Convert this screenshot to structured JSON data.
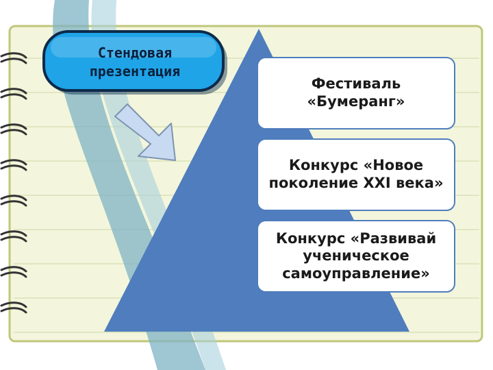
{
  "badge": {
    "label": "Стендовая презентация"
  },
  "levels": [
    {
      "label": "Фестиваль «Бумеранг»"
    },
    {
      "label": "Конкурс «Новое поколение XXI века»"
    },
    {
      "label": "Конкурс «Развивай ученическое самоуправление»"
    }
  ],
  "colors": {
    "pyramid": "#4f7dbd",
    "badge_fill": "#1fa4e8",
    "badge_border": "#0d2a4a",
    "box_border": "#4f7dbd",
    "arrow_fill": "#c7daf2",
    "arrow_stroke": "#7d93b0",
    "notebook_page": "#f3f6dc",
    "notebook_border": "#bfc77a",
    "teal_curve": "#7fb3c4"
  },
  "icons": {
    "pointer": "down-right-arrow-icon",
    "binding": "spiral-binding-icon"
  }
}
